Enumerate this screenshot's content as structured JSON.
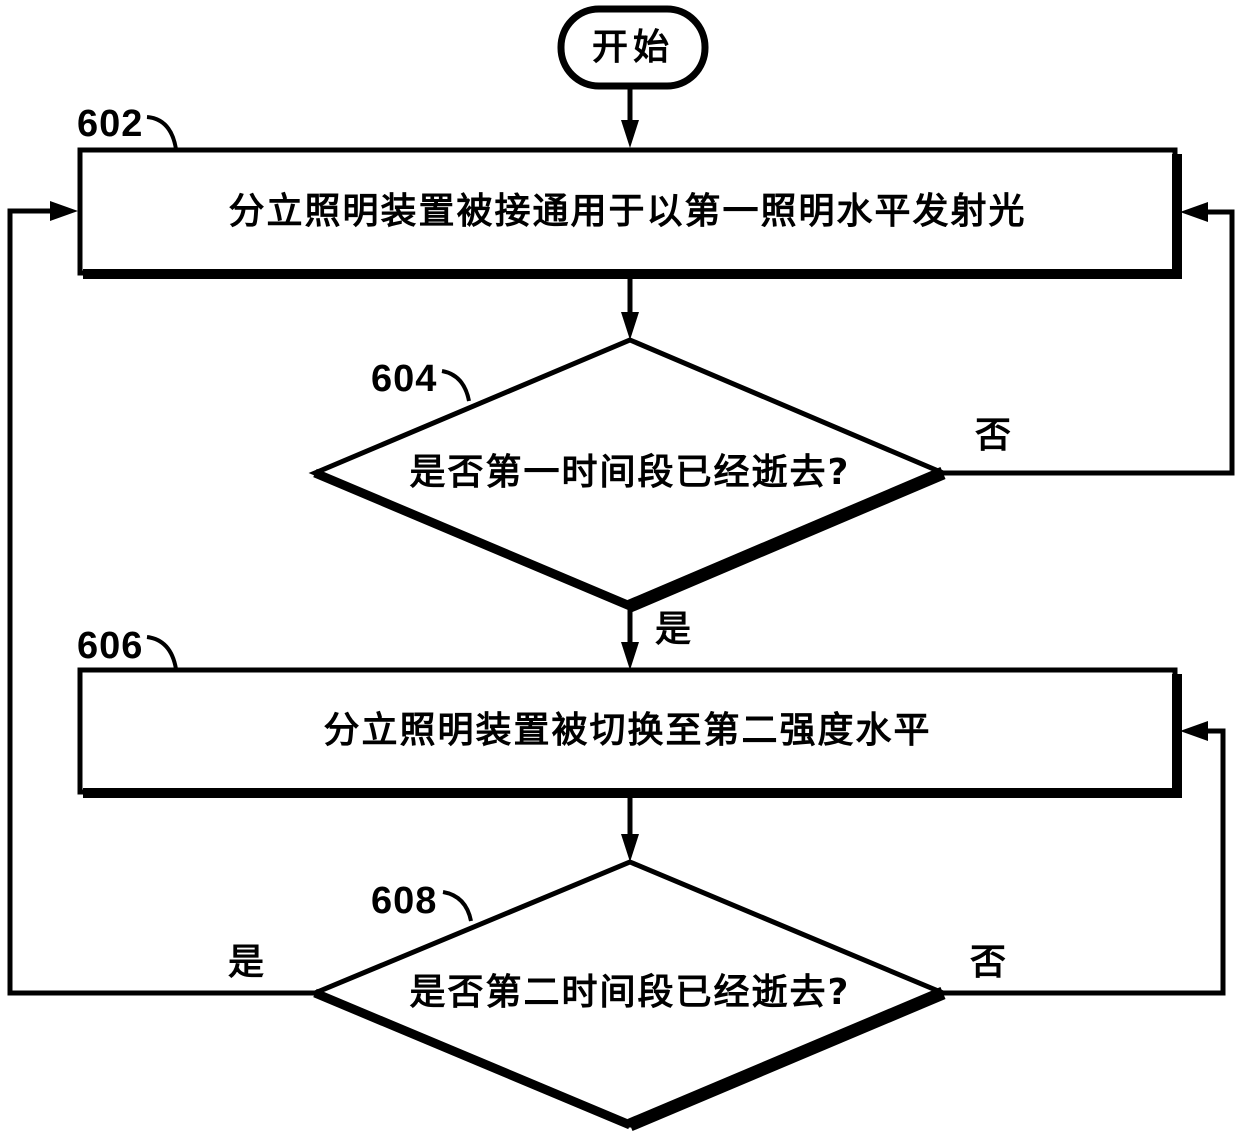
{
  "diagram": {
    "title": "flowchart",
    "start": {
      "label": "开始"
    },
    "steps": {
      "box602": {
        "ref": "602",
        "text": "分立照明装置被接通用于以第一照明水平发射光"
      },
      "diamond604": {
        "ref": "604",
        "text": "是否第一时间段已经逝去?",
        "yes_label": "是",
        "no_label": "否"
      },
      "box606": {
        "ref": "606",
        "text": "分立照明装置被切换至第二强度水平"
      },
      "diamond608": {
        "ref": "608",
        "text": "是否第二时间段已经逝去?",
        "yes_label": "是",
        "no_label": "否"
      }
    },
    "colors": {
      "ink": "#000000",
      "background": "#ffffff"
    }
  }
}
